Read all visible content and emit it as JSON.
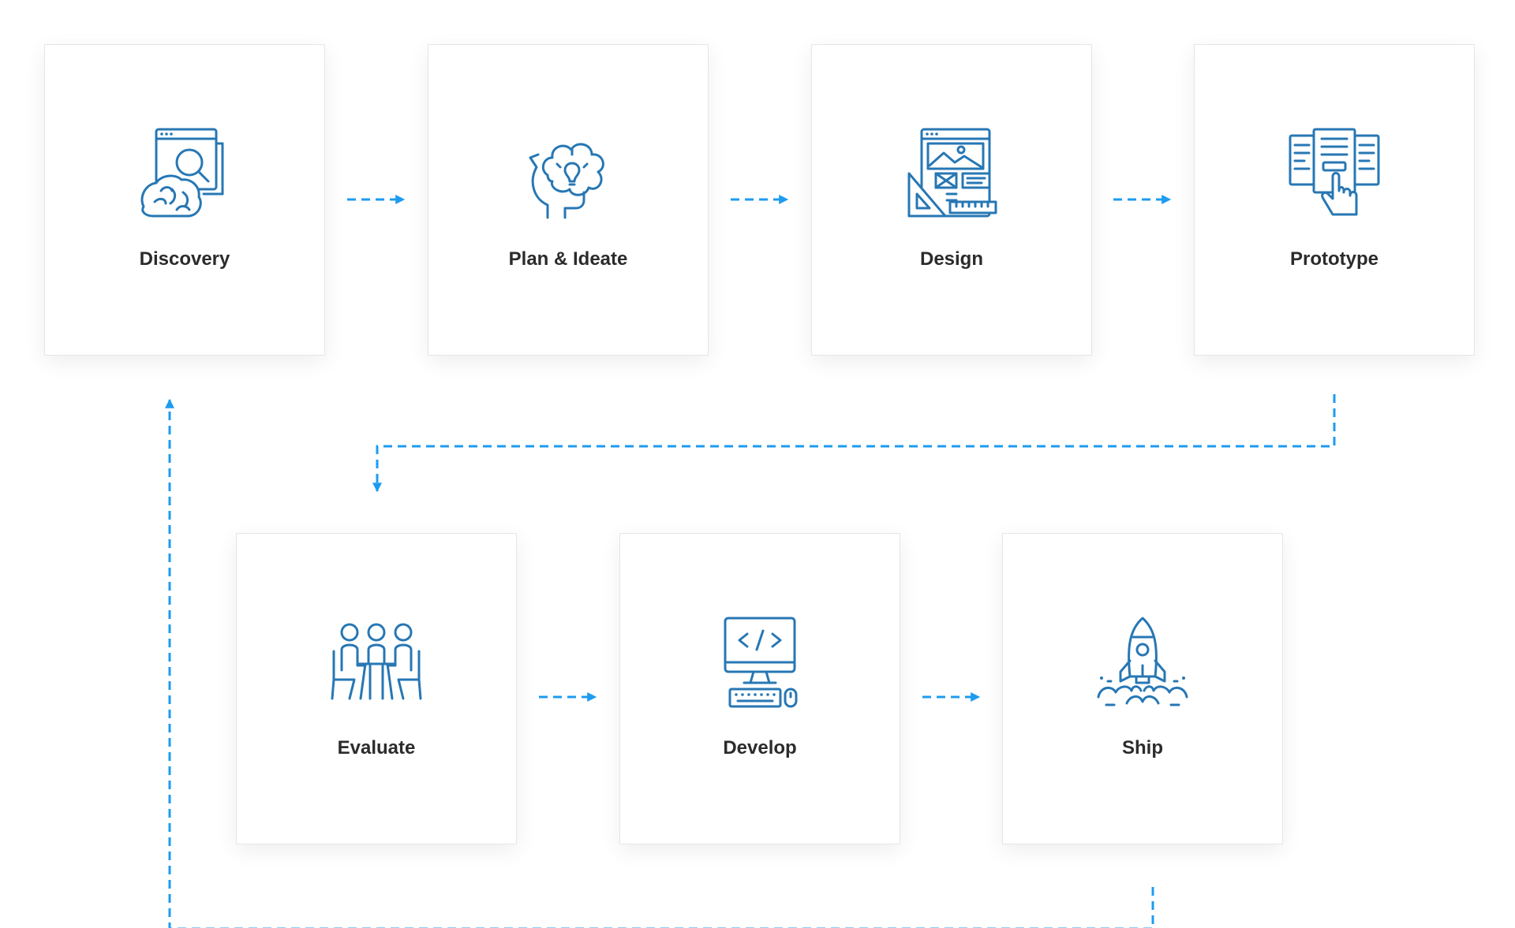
{
  "steps": [
    {
      "label": "Discovery",
      "icon": "brain-search-icon"
    },
    {
      "label": "Plan & Ideate",
      "icon": "head-lightbulb-icon"
    },
    {
      "label": "Design",
      "icon": "wireframe-ruler-icon"
    },
    {
      "label": "Prototype",
      "icon": "screens-hand-pointer-icon"
    },
    {
      "label": "Evaluate",
      "icon": "team-meeting-icon"
    },
    {
      "label": "Develop",
      "icon": "computer-code-icon"
    },
    {
      "label": "Ship",
      "icon": "rocket-launch-icon"
    }
  ],
  "colors": {
    "accent": "#1d9bf0",
    "icon": "#2777b4",
    "text": "#2b2b2b",
    "card_border": "#e6e6e6"
  }
}
